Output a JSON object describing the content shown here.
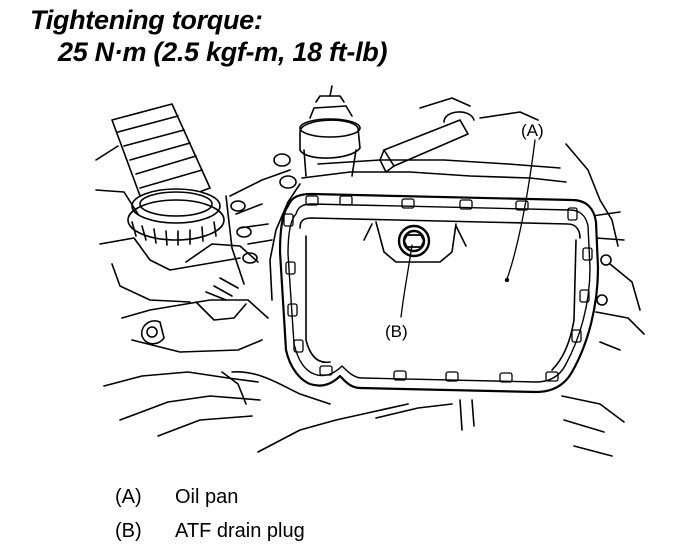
{
  "heading": {
    "line1": "Tightening torque:",
    "line2": "25 N·m (2.5 kgf-m, 18 ft-lb)"
  },
  "callouts": {
    "a": "(A)",
    "b": "(B)"
  },
  "legend": [
    {
      "key": "(A)",
      "label": "Oil pan"
    },
    {
      "key": "(B)",
      "label": "ATF drain plug"
    }
  ]
}
